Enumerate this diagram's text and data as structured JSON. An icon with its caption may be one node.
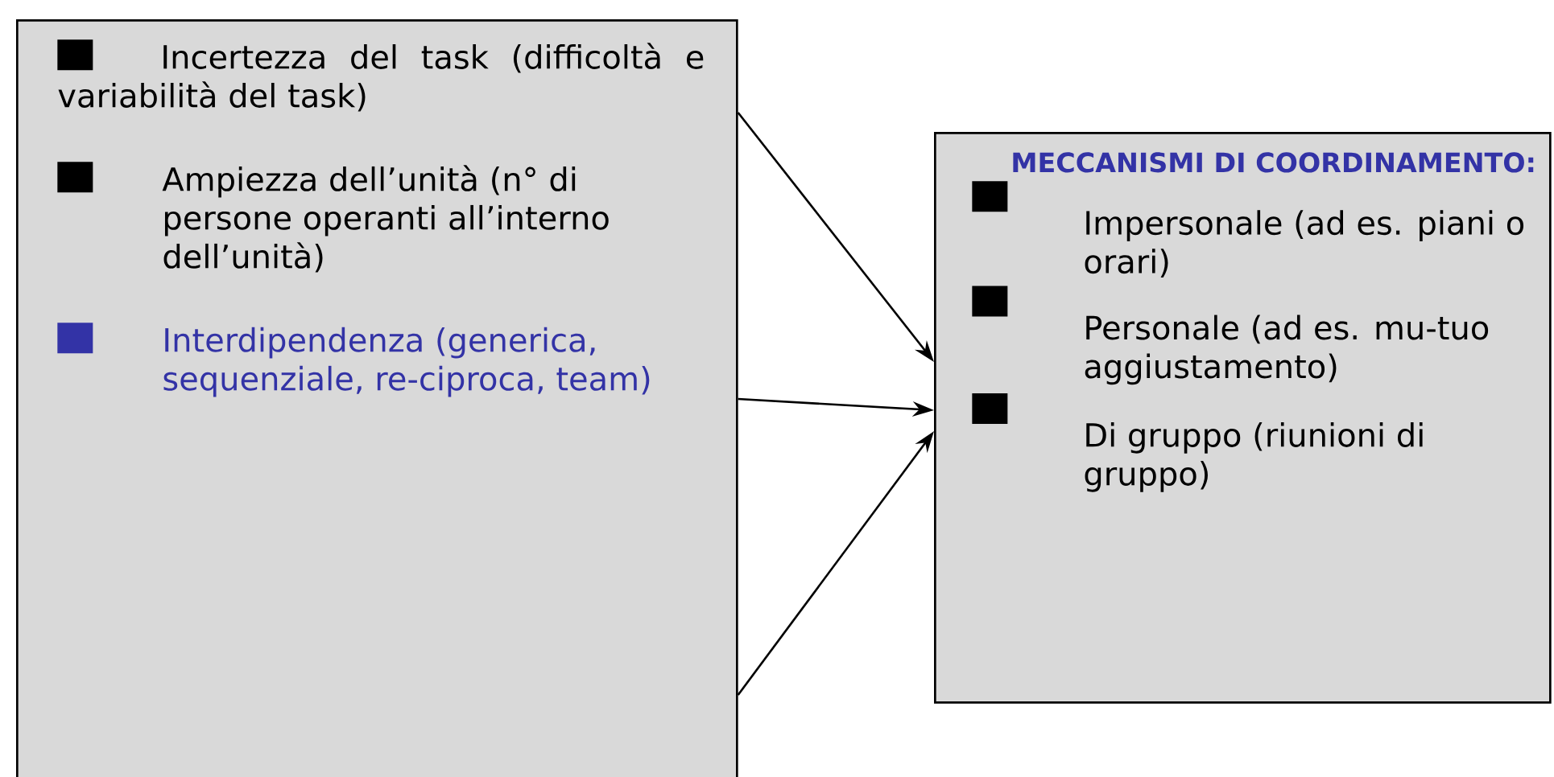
{
  "diagram": {
    "nodes": [
      {
        "text": [
          "Incertezza del task (difficoltà e variabilità del task)",
          "Ampiezza dell’unità (n° di persone operanti all’interno dell’unità)",
          "Interdipendenza (generica, sequenziale, re-ciproca, team)"
        ]
      },
      {
        "text": [
          "MECCANISMI DI COORDINAMENTO:",
          "Impersonale (ad es. piani o orari)",
          "Personale (ad es. mu-tuo aggiustamento)",
          "Di gruppo (riunioni di gruppo)"
        ]
      }
    ],
    "edges": [
      {
        "from": 0,
        "to": 1,
        "arrow": "to"
      },
      {
        "from": 0,
        "to": 1,
        "arrow": "to"
      },
      {
        "from": 0,
        "to": 1,
        "arrow": "to"
      }
    ]
  }
}
